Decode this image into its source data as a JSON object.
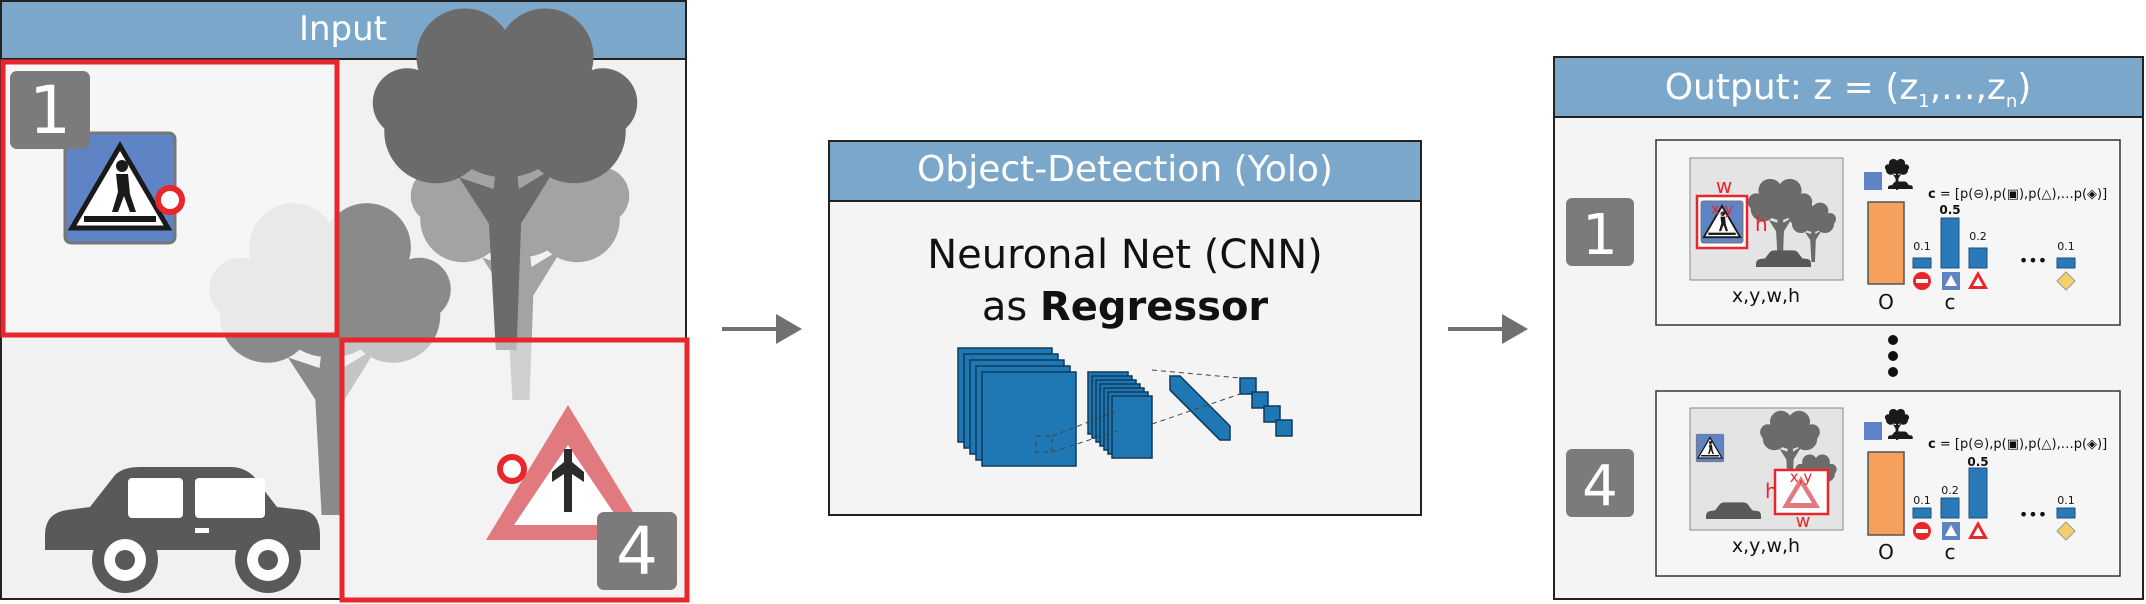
{
  "input": {
    "title": "Input",
    "region_labels": [
      "1",
      "4"
    ]
  },
  "detector": {
    "title": "Object-Detection (Yolo)",
    "line1": "Neuronal Net (CNN)",
    "line2_prefix": "as ",
    "line2_bold": "Regressor"
  },
  "output": {
    "title_prefix": "Output: z = (z",
    "title_sub1": "1",
    "title_mid": ",...,z",
    "title_subn": "n",
    "title_suffix": ")",
    "rows": [
      {
        "index": "1",
        "box_label": "x,y,w,h",
        "o_label": "O",
        "c_label": "c",
        "formula_c": "c",
        "formula_rest": " = [p(",
        "w": "w",
        "h": "h",
        "xy": "x,y",
        "probs": [
          "0.1",
          "0.5",
          "0.2",
          "0.1"
        ],
        "prob_values": [
          0.1,
          0.5,
          0.2,
          0.1
        ]
      },
      {
        "index": "4",
        "box_label": "x,y,w,h",
        "o_label": "O",
        "c_label": "c",
        "formula_c": "c",
        "formula_rest": " = [p(",
        "w": "w",
        "h": "h",
        "xy": "x,y",
        "probs": [
          "0.1",
          "0.2",
          "0.5",
          "0.1"
        ],
        "prob_values": [
          0.1,
          0.2,
          0.5,
          0.1
        ]
      }
    ],
    "ellipsis": "•••"
  },
  "colors": {
    "header_blue": "#7ba7cb",
    "panel_gray": "#f1f1f1",
    "red_box": "#e8262b",
    "cnn_blue": "#1f78b4",
    "bar_blue": "#2a79b8",
    "objectness_orange": "#f5a15d",
    "tree_gray": "#6b6b6b",
    "arrow_gray": "#707070",
    "badge_gray": "#7b7b7b"
  }
}
